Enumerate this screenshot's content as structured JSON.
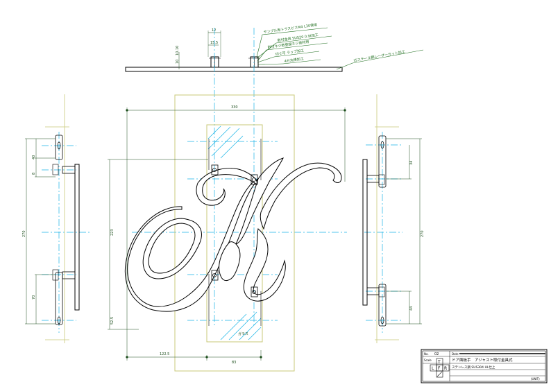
{
  "drawing": {
    "colors": {
      "outline": "#000000",
      "dimension": "#1a4d1a",
      "centerline": "#17b3e6",
      "glass": "#c8c878",
      "hatch": "#17b3e6",
      "callout": "#1a6b1a"
    },
    "top_view": {
      "dim_top": "12",
      "dim_offset": "15.5",
      "dim_left_a": "10",
      "dim_left_b": "10.10",
      "notes": [
        "サンプル用トラスビスM4 L30使用",
        "取付金具 SUS20 0.9t加工",
        "取付ネジ数登録ネジ高材用",
        "切ぐ可 ラップ加工",
        "4分丸棒加工"
      ],
      "plate_note": "t5ステール鋼レーザーカット加工"
    },
    "front_view": {
      "width_dim": "330",
      "height_dim": "223",
      "bottom_left_dim": "122.5",
      "bottom_mid_dim": "83",
      "left_small_dim": "52.5",
      "glass_label": "ガラス"
    },
    "left_view": {
      "total": "270",
      "top_a": "40",
      "top_b": "8",
      "bottom": "70"
    },
    "right_view": {
      "total": "270",
      "top": "34",
      "bottom": "44"
    },
    "title_block": {
      "no_label": "No.",
      "no_value": "02",
      "date_label": "Date",
      "scale_label": "Scale",
      "title": "ドア面板手　アジャスト取付金具式",
      "line2": "ステンレス鋼 SUS304 HL仕上",
      "view_letters": [
        "T",
        "L",
        "F",
        "R"
      ],
      "unit": "(UNIT)"
    }
  }
}
